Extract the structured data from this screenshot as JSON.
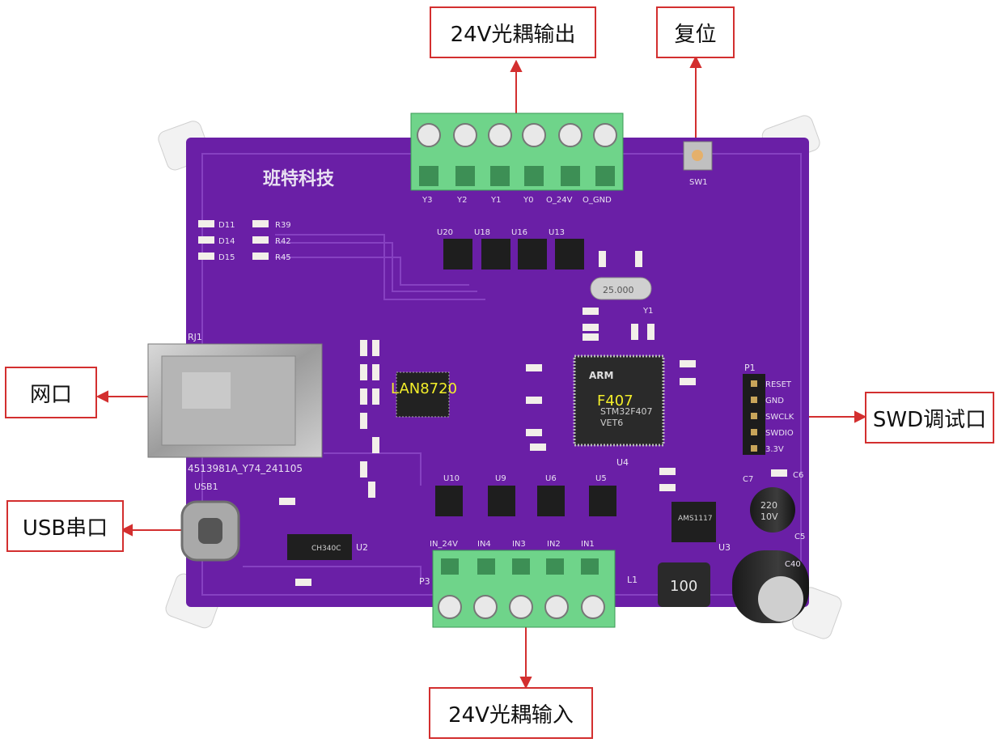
{
  "callouts": {
    "output": "24V光耦输出",
    "reset": "复位",
    "ethernet": "网口",
    "usb": "USB串口",
    "swd": "SWD调试口",
    "input": "24V光耦输入"
  },
  "silkscreen": {
    "company": "班特科技",
    "phy_label": "LAN8720",
    "mcu_label": "F407",
    "board_id": "4513981A_Y74_241105",
    "rj": "RJ1",
    "usb": "USB1",
    "sw": "SW1",
    "p1": "P1",
    "p3": "P3",
    "l1": "L1",
    "u2": "U2",
    "u3": "U3",
    "u4": "U4",
    "y1": "Y1",
    "inductor_value": "100",
    "crystal_value": "25.000",
    "mcu_marking": "STM32F407",
    "mcu_marking2": "VET6",
    "arm": "ARM",
    "ch340": "CH340C",
    "ams": "AMS1117",
    "cap_text": "220",
    "cap_text2": "10V",
    "c5": "C5",
    "c6": "C6",
    "c7": "C7",
    "c40": "C40",
    "output_pins": [
      "Y3",
      "Y2",
      "Y1",
      "Y0",
      "O_24V",
      "O_GND"
    ],
    "input_pins": [
      "IN_24V",
      "IN4",
      "IN3",
      "IN2",
      "IN1"
    ],
    "swd_pins": [
      "RESET",
      "GND",
      "SWCLK",
      "SWDIO",
      "3.3V"
    ],
    "leds": [
      {
        "d": "D11",
        "r": "R39"
      },
      {
        "d": "D14",
        "r": "R42"
      },
      {
        "d": "D15",
        "r": "R45"
      }
    ],
    "output_opto": [
      "U20",
      "U18",
      "U16",
      "U13"
    ],
    "input_opto": [
      "U10",
      "U9",
      "U6",
      "U5"
    ]
  },
  "colors": {
    "board": "#6a1fa6",
    "callout_border": "#d32f2f",
    "terminal": "#6fd48a",
    "yellow_label": "#f3ee2a"
  }
}
